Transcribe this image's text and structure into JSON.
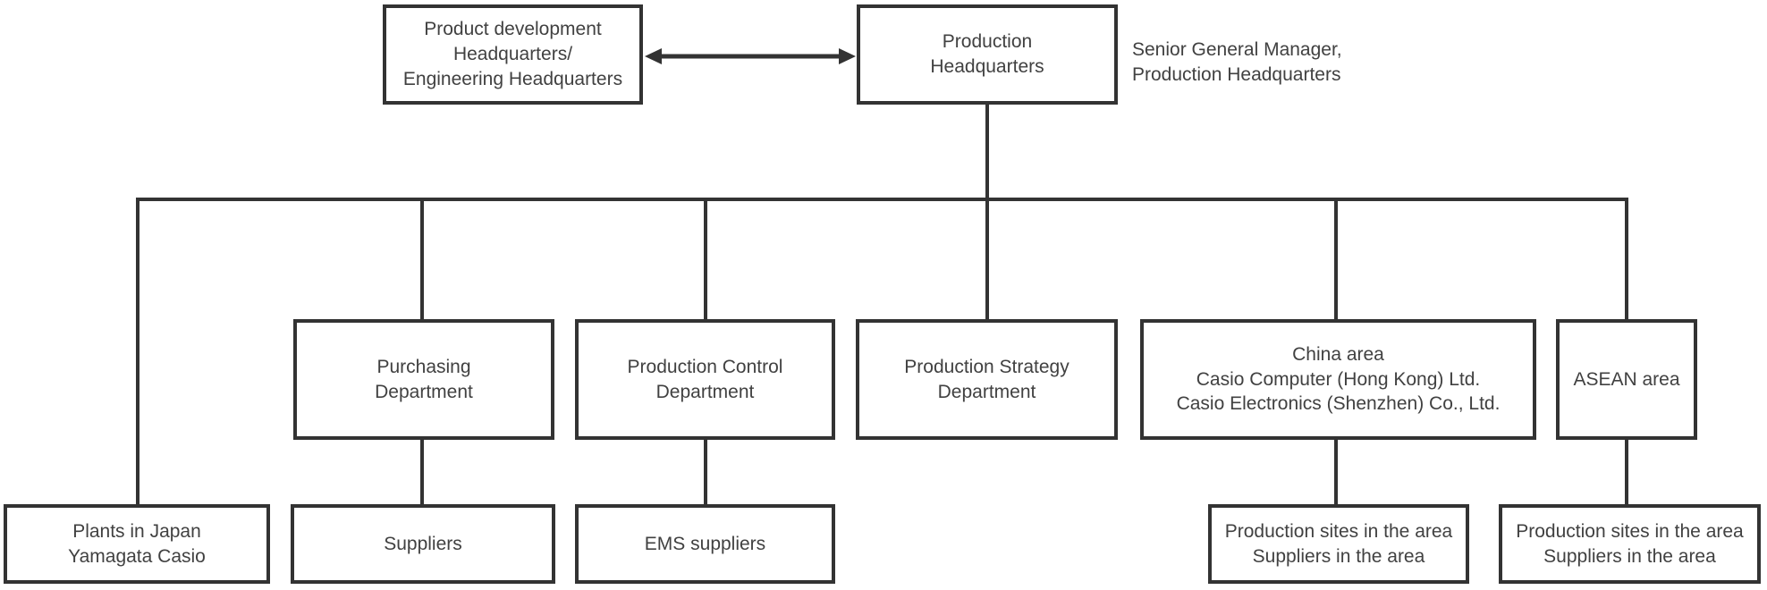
{
  "diagram": {
    "type": "org-chart",
    "nodes": {
      "product_dev": {
        "label": "Product development\nHeadquarters/\nEngineering Headquarters"
      },
      "production_hq": {
        "label": "Production\nHeadquarters"
      },
      "purchasing": {
        "label": "Purchasing\nDepartment"
      },
      "production_control": {
        "label": "Production Control\nDepartment"
      },
      "production_strategy": {
        "label": "Production Strategy\nDepartment"
      },
      "china_area": {
        "label": "China area\nCasio Computer (Hong Kong) Ltd.\nCasio Electronics (Shenzhen) Co., Ltd."
      },
      "asean_area": {
        "label": "ASEAN area"
      },
      "plants_japan": {
        "label": "Plants in Japan\nYamagata Casio"
      },
      "suppliers": {
        "label": "Suppliers"
      },
      "ems_suppliers": {
        "label": "EMS suppliers"
      },
      "china_sites": {
        "label": "Production sites in the area\nSuppliers in the area"
      },
      "asean_sites": {
        "label": "Production sites in the area\nSuppliers in the area"
      }
    },
    "annotations": {
      "senior_manager": "Senior General Manager,\nProduction Headquarters"
    },
    "edges": [
      {
        "from": "product_dev",
        "to": "production_hq",
        "style": "double-arrow"
      },
      {
        "from": "production_hq",
        "to": "plants_japan"
      },
      {
        "from": "production_hq",
        "to": "purchasing"
      },
      {
        "from": "production_hq",
        "to": "production_control"
      },
      {
        "from": "production_hq",
        "to": "production_strategy"
      },
      {
        "from": "production_hq",
        "to": "china_area"
      },
      {
        "from": "production_hq",
        "to": "asean_area"
      },
      {
        "from": "purchasing",
        "to": "suppliers"
      },
      {
        "from": "production_control",
        "to": "ems_suppliers"
      },
      {
        "from": "china_area",
        "to": "china_sites"
      },
      {
        "from": "asean_area",
        "to": "asean_sites"
      }
    ],
    "colors": {
      "line": "#333333",
      "text": "#414141",
      "background": "#ffffff"
    }
  }
}
